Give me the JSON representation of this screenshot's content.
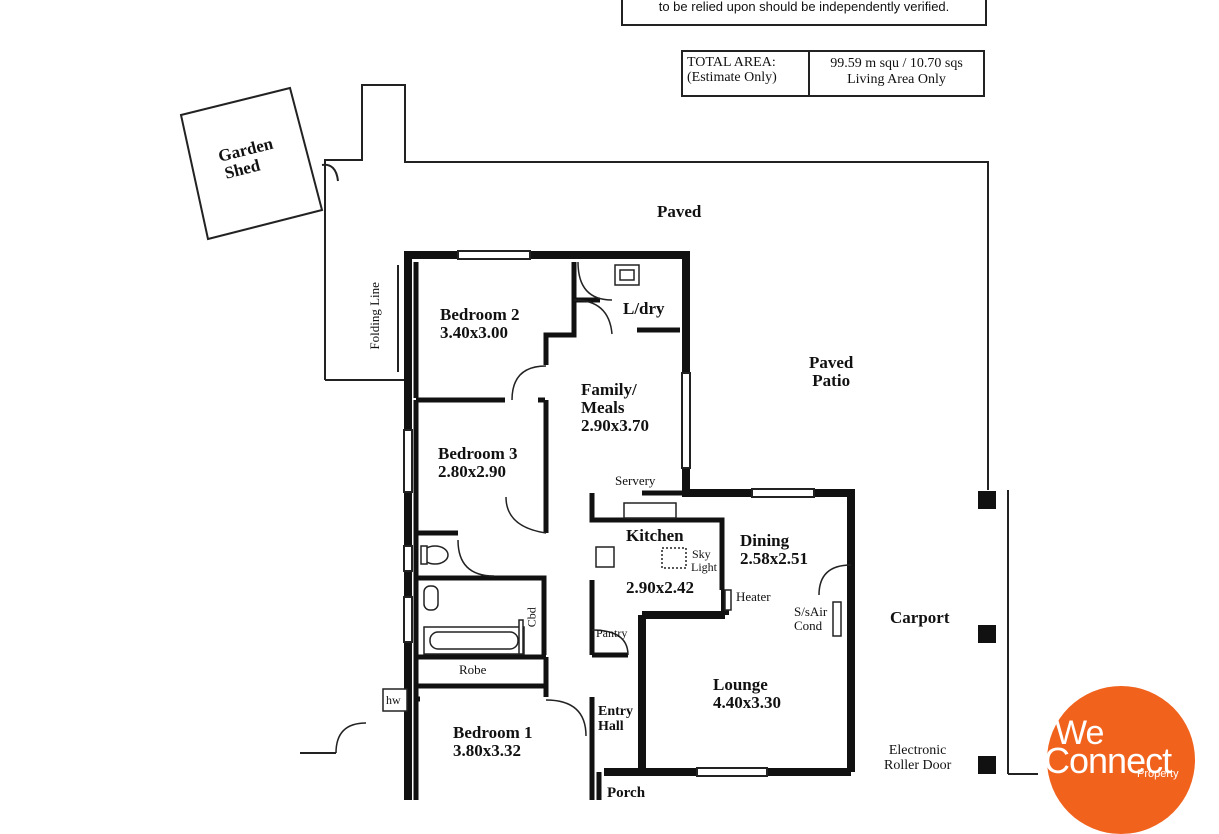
{
  "disclaimer": "to be relied upon should be independently verified.",
  "total_area": {
    "label": "TOTAL AREA:",
    "note": "(Estimate Only)",
    "value": "99.59 m squ /  10.70 sqs",
    "scope": "Living Area Only"
  },
  "outdoor": {
    "garden_shed_1": "Garden",
    "garden_shed_2": "Shed",
    "paved": "Paved",
    "paved_patio_1": "Paved",
    "paved_patio_2": "Patio",
    "folding_line": "Folding Line",
    "carport": "Carport",
    "roller_door_1": "Electronic",
    "roller_door_2": "Roller Door"
  },
  "rooms": {
    "bedroom2_name": "Bedroom 2",
    "bedroom2_size": "3.40x3.00",
    "laundry": "L/dry",
    "family_1": "Family/",
    "family_2": "Meals",
    "family_size": "2.90x3.70",
    "bedroom3_name": "Bedroom 3",
    "bedroom3_size": "2.80x2.90",
    "servery": "Servery",
    "kitchen_name": "Kitchen",
    "skylight_1": "Sky",
    "skylight_2": "Light",
    "kitchen_size": "2.90x2.42",
    "dining_name": "Dining",
    "dining_size": "2.58x2.51",
    "heater": "Heater",
    "ac_1": "S/sAir",
    "ac_2": "Cond",
    "pantry": "Pantry",
    "cbd": "Cbd",
    "robe": "Robe",
    "hw": "hw",
    "lounge_name": "Lounge",
    "lounge_size": "4.40x3.30",
    "entry_1": "Entry",
    "entry_2": "Hall",
    "bedroom1_name": "Bedroom 1",
    "bedroom1_size": "3.80x3.32",
    "porch": "Porch"
  },
  "logo": {
    "we": "We",
    "connect": "Connect",
    "property": "Property"
  },
  "colors": {
    "wall": "#111111",
    "logo": "#f1621d"
  }
}
